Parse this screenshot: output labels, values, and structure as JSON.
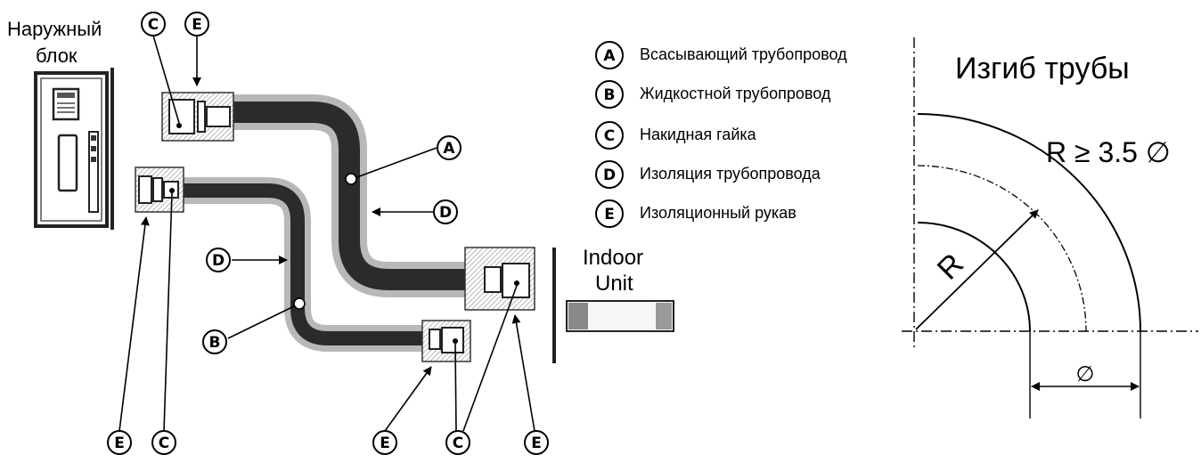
{
  "outdoor_unit_label": [
    "Наружный",
    "блок"
  ],
  "indoor_unit_label": [
    "Indoor",
    "Unit"
  ],
  "legend": [
    {
      "letter": "A",
      "text": "Всасывающий трубопровод"
    },
    {
      "letter": "B",
      "text": "Жидкостной трубопровод"
    },
    {
      "letter": "C",
      "text": "Накидная гайка"
    },
    {
      "letter": "D",
      "text": "Изоляция трубопровода"
    },
    {
      "letter": "E",
      "text": "Изоляционный рукав"
    }
  ],
  "bend": {
    "title": "Изгиб трубы",
    "formula": "R ≥ 3.5 ∅",
    "radius_label": "R",
    "diameter_symbol": "∅"
  },
  "callouts": {
    "a": "A",
    "b": "B",
    "c": "C",
    "d": "D",
    "e": "E"
  },
  "colors": {
    "pipe": "#2b2b2b",
    "insulation": "#b8b8b8",
    "line": "#000000"
  }
}
